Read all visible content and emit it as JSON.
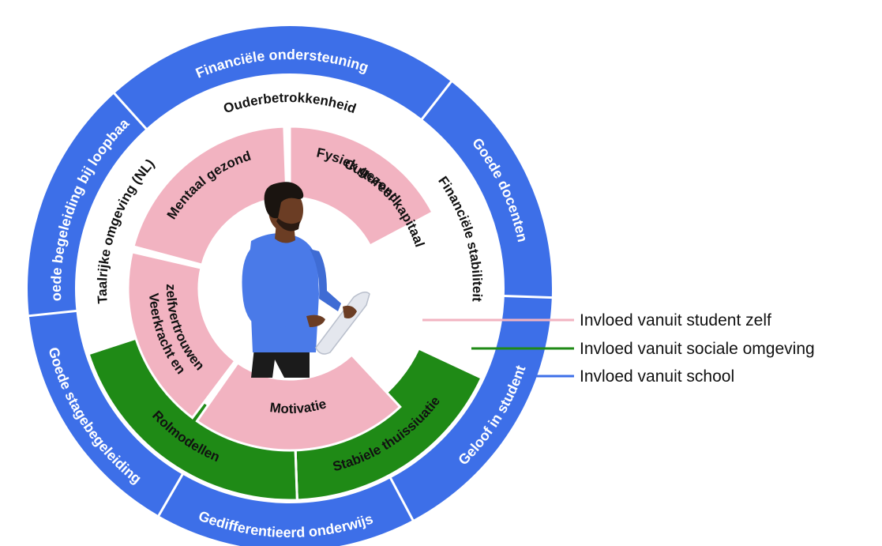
{
  "colors": {
    "school": "#3d6fe8",
    "social": "#1f8a16",
    "student": "#f2b3c1",
    "skin": "#6b3d24",
    "hair": "#1a1410",
    "shirt": "#4a7ae8",
    "tablet": "#e4e7ee",
    "trousers": "#1b1b1b"
  },
  "outer_ring": {
    "segments": [
      {
        "label": "Financiële ondersteuning",
        "group": "school"
      },
      {
        "label": "Goede docenten",
        "group": "school"
      },
      {
        "label": "Geloof in student",
        "group": "school"
      },
      {
        "label": "Gedifferentieerd onderwijs",
        "group": "school"
      },
      {
        "label": "Goede stagebegeleiding",
        "group": "school"
      },
      {
        "label": "Goede begeleiding bij loopbaan",
        "group": "school"
      }
    ]
  },
  "middle_ring": {
    "labels": [
      {
        "label": "Ouderbetrokkenheid"
      },
      {
        "label": "Financiële stabiliteit"
      },
      {
        "label": "Taalrijke omgeving (NL)"
      },
      {
        "label": "Cultureel kapitaal"
      }
    ],
    "segments": [
      {
        "label": "Stabiele thuissiuatie",
        "group": "social"
      },
      {
        "label": "Rolmodellen",
        "group": "social"
      }
    ]
  },
  "inner_ring": {
    "segments": [
      {
        "label": "Mentaal gezond",
        "group": "student"
      },
      {
        "label": "Fysiek gezond",
        "group": "student"
      },
      {
        "label": "Motivatie",
        "group": "student"
      },
      {
        "label_line1": "Veerkracht en",
        "label_line2": "zelfvertrouwen",
        "group": "student"
      }
    ]
  },
  "legend": {
    "items": [
      {
        "label": "Invloed vanuit student zelf",
        "color": "#f2b3c1"
      },
      {
        "label": "Invloed vanuit sociale omgeving",
        "color": "#1f8a16"
      },
      {
        "label": "Invloed vanuit school",
        "color": "#3d6fe8"
      }
    ]
  }
}
